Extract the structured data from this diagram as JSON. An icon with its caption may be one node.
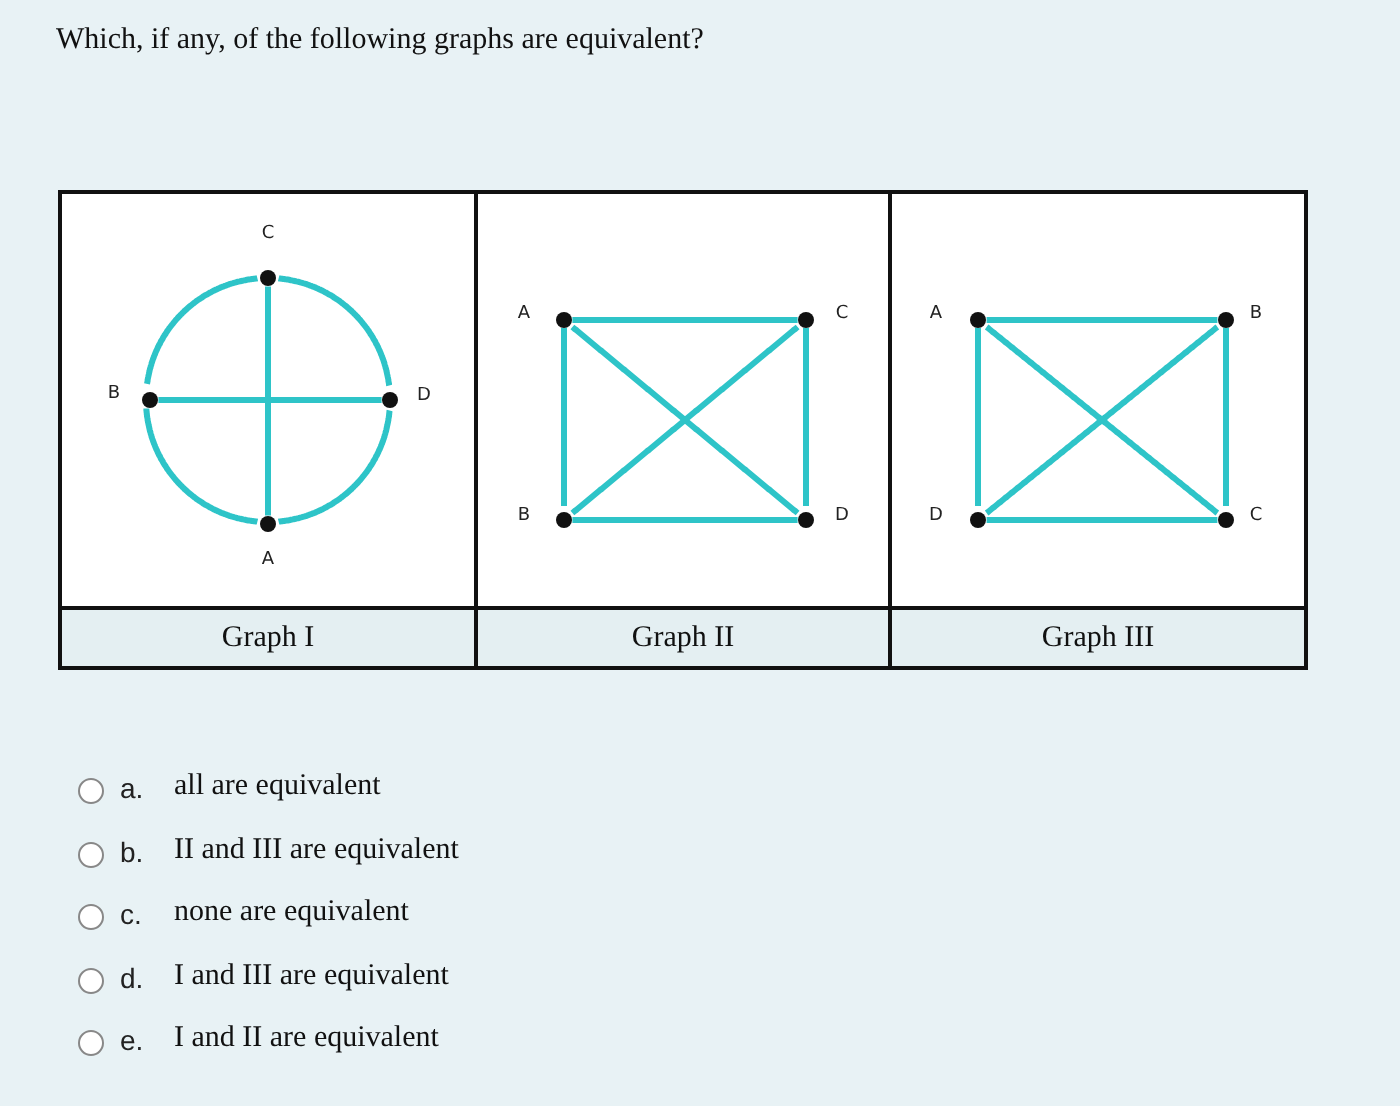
{
  "diagram": {
    "title": "Which, if any, of the following graphs are equivalent?",
    "nodes": [
      {
        "text": [
          "C"
        ]
      },
      {
        "text": [
          "B"
        ]
      },
      {
        "text": [
          "D"
        ]
      },
      {
        "text": [
          "A"
        ]
      },
      {
        "text": [
          "A"
        ]
      },
      {
        "text": [
          "C"
        ]
      },
      {
        "text": [
          "B"
        ]
      },
      {
        "text": [
          "D"
        ]
      },
      {
        "text": [
          "A"
        ]
      },
      {
        "text": [
          "B"
        ]
      },
      {
        "text": [
          "D"
        ]
      },
      {
        "text": [
          "C"
        ]
      }
    ],
    "edges": [
      {
        "from": 1,
        "to": 0,
        "arrow": "none"
      },
      {
        "from": 0,
        "to": 2,
        "arrow": "none"
      },
      {
        "from": 2,
        "to": 3,
        "arrow": "none"
      },
      {
        "from": 3,
        "to": 1,
        "arrow": "none"
      },
      {
        "from": 1,
        "to": 2,
        "arrow": "none"
      },
      {
        "from": 0,
        "to": 3,
        "arrow": "none"
      },
      {
        "from": 4,
        "to": 5,
        "arrow": "none"
      },
      {
        "from": 4,
        "to": 6,
        "arrow": "none"
      },
      {
        "from": 5,
        "to": 7,
        "arrow": "none"
      },
      {
        "from": 6,
        "to": 7,
        "arrow": "none"
      },
      {
        "from": 4,
        "to": 7,
        "arrow": "none"
      },
      {
        "from": 5,
        "to": 6,
        "arrow": "none"
      },
      {
        "from": 8,
        "to": 9,
        "arrow": "none"
      },
      {
        "from": 8,
        "to": 10,
        "arrow": "none"
      },
      {
        "from": 9,
        "to": 11,
        "arrow": "none"
      },
      {
        "from": 10,
        "to": 11,
        "arrow": "none"
      },
      {
        "from": 8,
        "to": 11,
        "arrow": "none"
      },
      {
        "from": 9,
        "to": 10,
        "arrow": "none"
      }
    ],
    "labels": [
      "Graph I",
      "Graph II",
      "Graph III",
      "a.",
      "all are equivalent",
      "b.",
      "II and III are equivalent",
      "c.",
      "none are equivalent",
      "d.",
      "I and III are equivalent",
      "e.",
      "I and II are equivalent"
    ]
  }
}
